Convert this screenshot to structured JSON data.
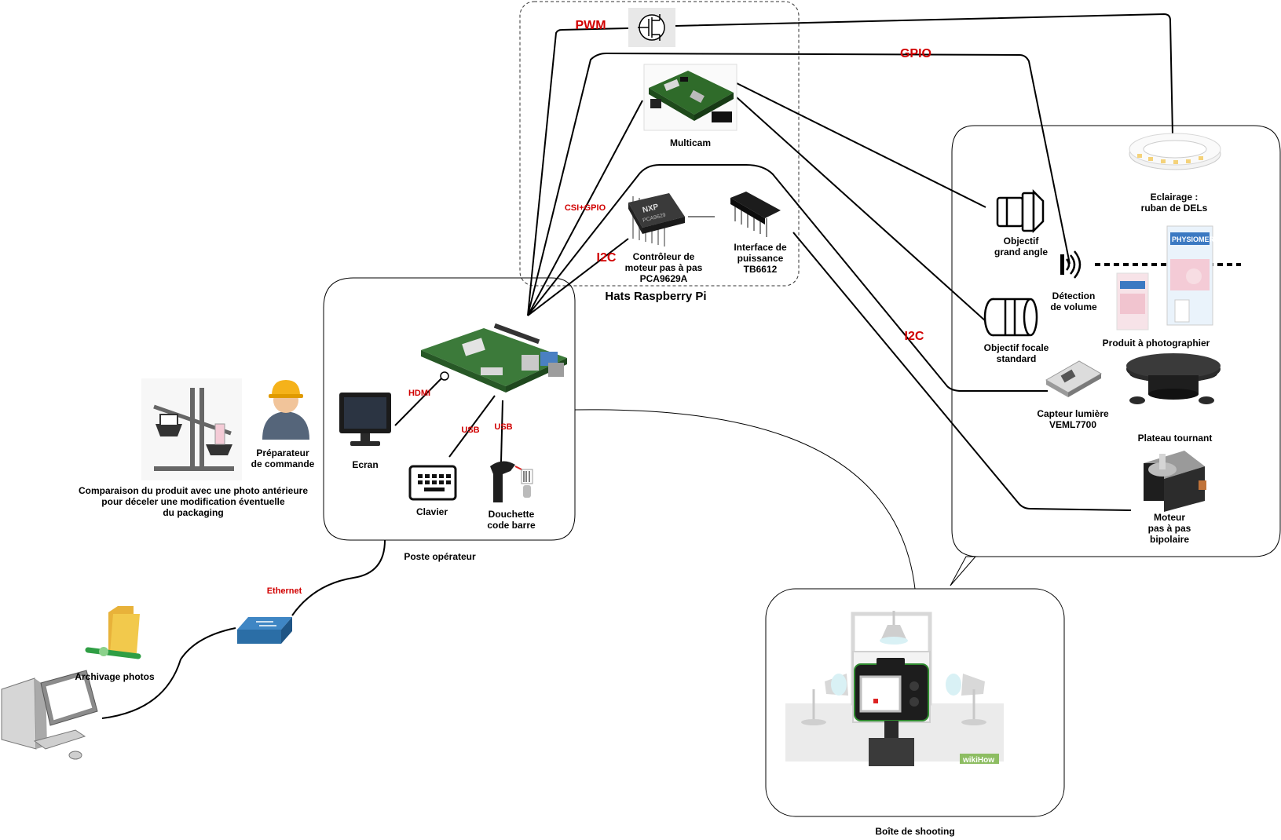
{
  "labels": {
    "pwm": "PWM",
    "gpio": "GPIO",
    "csi_gpio": "CSI+GPIO",
    "i2c_left": "I2C",
    "i2c_right": "I2C",
    "hdmi": "HDMI",
    "usb_keyboard": "USB",
    "usb_scanner": "USB",
    "ethernet": "Ethernet",
    "multicam": "Multicam",
    "motor_controller": "Contrôleur de\nmoteur pas à pas\nPCA9629A",
    "power_interface": "Interface de\npuissance\nTB6612",
    "hats": "Hats Raspberry Pi",
    "lighting": "Eclairage :\nruban de DELs",
    "wide_angle": "Objectif\ngrand angle",
    "volume_detection": "Détection\nde volume",
    "standard_lens": "Objectif focale\nstandard",
    "product": "Produit à photographier",
    "light_sensor": "Capteur lumière\nVEML7700",
    "turntable": "Plateau tournant",
    "stepper_motor": "Moteur\npas à pas\nbipolaire",
    "screen": "Ecran",
    "keyboard": "Clavier",
    "scanner": "Douchette\ncode barre",
    "operator_station": "Poste opérateur",
    "preparer": "Préparateur\nde commande",
    "comparison": "Comparaison du produit avec une photo antérieure\npour déceler une modification éventuelle\ndu packaging",
    "archive": "Archivage photos",
    "shooting_box": "Boîte de shooting",
    "chip_brand": "NXP",
    "chip_part": "PCA9629",
    "product_brand": "PHYSIOMER",
    "watermark": "wikiHow"
  },
  "colors": {
    "link_label": "#d10000",
    "line": "#000000",
    "pcb_green": "#2f6b2a",
    "switch_blue": "#2b6ea6",
    "folder_yellow": "#f2c94c"
  }
}
